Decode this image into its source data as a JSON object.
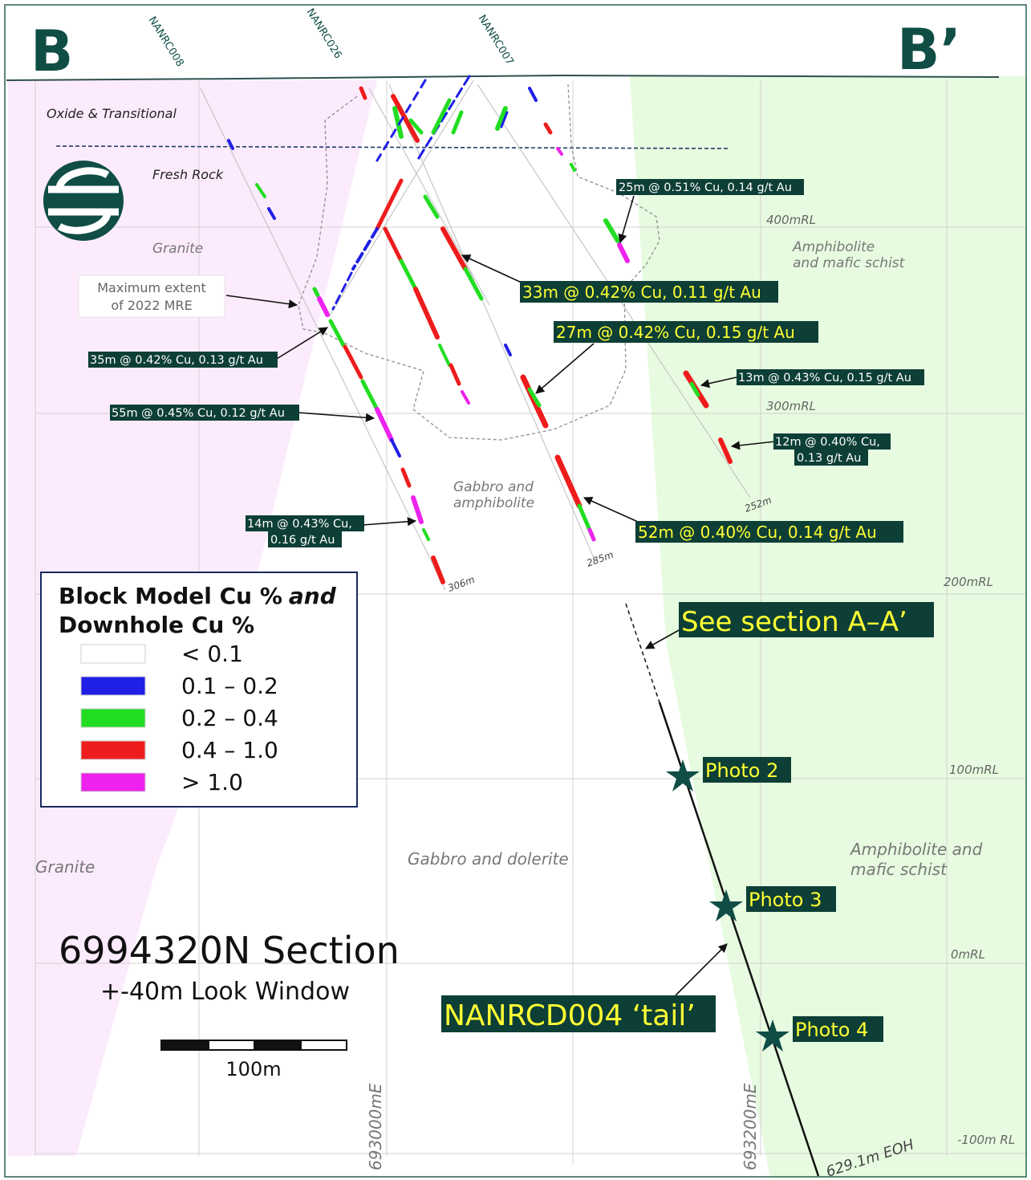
{
  "section_ends": {
    "left": "B",
    "right": "B’"
  },
  "hole_names": [
    "NANRC008",
    "NANRC026",
    "NANRC007"
  ],
  "zones": {
    "oxide": "Oxide & Transitional",
    "fresh": "Fresh Rock",
    "granite_upper": "Granite",
    "granite_lower": "Granite",
    "gabbro_amph_1": "Gabbro and",
    "gabbro_amph_2": "amphibolite",
    "gabbro_dolerite": "Gabbro and dolerite",
    "amph_upper_1": "Amphibolite",
    "amph_upper_2": "and mafic schist",
    "amph_lower_1": "Amphibolite and",
    "amph_lower_2": "mafic schist"
  },
  "rl_labels": [
    "400mRL",
    "300mRL",
    "200mRL",
    "100mRL",
    "0mRL",
    "-100m RL"
  ],
  "easting_labels": [
    "693000mE",
    "693200mE"
  ],
  "depth_labels": [
    "306m",
    "285m",
    "252m",
    "629.1m EOH"
  ],
  "mre_note": {
    "line1": "Maximum extent",
    "line2": "of 2022 MRE"
  },
  "intercepts": {
    "i25": "25m @ 0.51% Cu, 0.14 g/t Au",
    "i33": "33m @ 0.42% Cu, 0.11 g/t Au",
    "i27": "27m @ 0.42% Cu, 0.15 g/t Au",
    "i35": "35m @ 0.42% Cu, 0.13 g/t Au",
    "i13": "13m @ 0.43% Cu, 0.15 g/t Au",
    "i55": "55m @ 0.45% Cu, 0.12 g/t Au",
    "i12_1": "12m @ 0.40% Cu,",
    "i12_2": "0.13 g/t Au",
    "i14_1": "14m @ 0.43% Cu,",
    "i14_2": "0.16 g/t Au",
    "i52": "52m @ 0.40% Cu, 0.14 g/t Au"
  },
  "callouts": {
    "see_section": "See section A–A’",
    "photo2": "Photo 2",
    "photo3": "Photo 3",
    "photo4": "Photo 4",
    "tail": "NANRCD004 ‘tail’"
  },
  "legend": {
    "title_1": "Block Model Cu %",
    "title_and": "and",
    "title_2": "Downhole Cu %",
    "items": [
      {
        "label": "< 0.1",
        "color": "#ffffff"
      },
      {
        "label": "0.1 – 0.2",
        "color": "#1f1fe6"
      },
      {
        "label": "0.2 – 0.4",
        "color": "#22dd22"
      },
      {
        "label": "0.4 – 1.0",
        "color": "#ee1c1c"
      },
      {
        "label": "> 1.0",
        "color": "#ee22ee"
      }
    ]
  },
  "section_title": "6994320N Section",
  "section_subtitle": "+-40m Look Window",
  "scale_label": "100m",
  "colors": {
    "brand": "#0f4d45",
    "granite_fill": "#fcebfc",
    "amphibolite_fill": "#e6fbdf",
    "callout_bg": "#0d3f36",
    "callout_text": "#ffff33",
    "label_text": "#ffffff"
  }
}
